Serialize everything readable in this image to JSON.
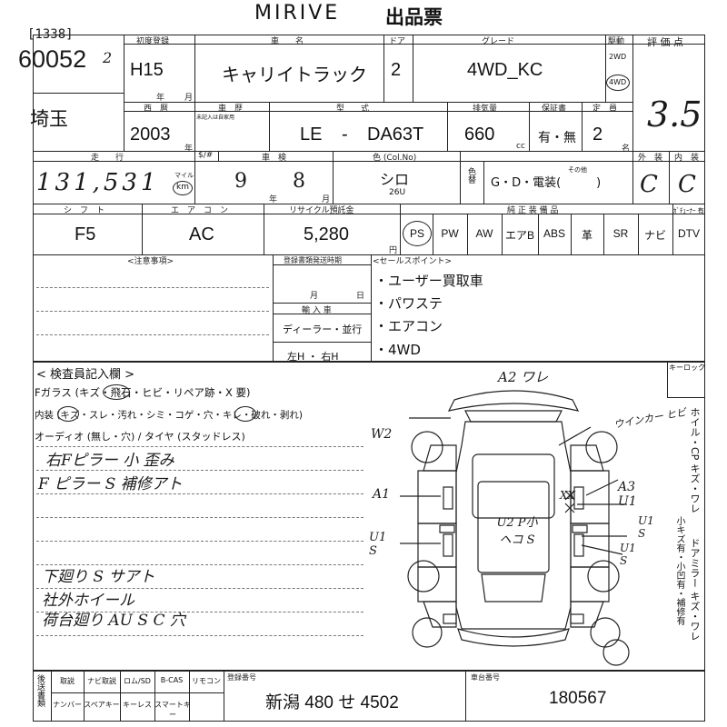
{
  "header": {
    "logo": "MIRIVE",
    "title": "出品票",
    "lot_small": "[1338]",
    "lot_number": "60052",
    "lot_suffix": "2",
    "region": "埼玉"
  },
  "row1": {
    "first_reg_label": "初度登録",
    "first_reg_value": "H15",
    "year_label": "年",
    "month_label": "月",
    "car_name_label": "車　　名",
    "car_name_value": "キャリイトラック",
    "doors_label": "ドア",
    "doors_value": "2",
    "grade_label": "グレード",
    "grade_value": "4WD_KC",
    "drive_label": "駆動",
    "drive_opt1": "2WD",
    "drive_opt2": "4WD",
    "score_label": "評 価 点",
    "score_value": "3.5"
  },
  "row2": {
    "year_label": "西　暦",
    "year_value": "2003",
    "year_unit": "年",
    "chassis_label": "車　歴",
    "chassis_note": "未記入は自家用",
    "model_label": "型　　式",
    "model_prefix": "LE",
    "model_dash": "-",
    "model_value": "DA63T",
    "displacement_label": "排気量",
    "displacement_value": "660",
    "displacement_unit": "cc",
    "warranty_label": "保証書",
    "warranty_value": "有・無",
    "capacity_label": "定　員",
    "capacity_value": "2",
    "capacity_unit": "名"
  },
  "row3": {
    "mileage_label": "走　　行",
    "mileage_value": "131,531",
    "mileage_unit_mile": "マイル",
    "mileage_unit_km": "km",
    "inspection_label": "車　検",
    "inspection_year": "9",
    "inspection_year_unit": "年",
    "inspection_month": "8",
    "inspection_month_unit": "月",
    "color_label": "色 (Col.No)",
    "color_value": "シロ",
    "color_code": "26U",
    "recolor_label": "色替",
    "recolor_value": "G・D・電装(　　　)",
    "recolor_other": "その他",
    "exterior_label": "外　装",
    "exterior_value": "C",
    "interior_label": "内　装",
    "interior_value": "C",
    "sharp_label": "$/#"
  },
  "row4": {
    "shift_label": "シ　フ　ト",
    "shift_value": "F5",
    "ac_label": "エ　ア　コ　ン",
    "ac_value": "AC",
    "recycle_label": "リサイクル預託金",
    "recycle_value": "5,280",
    "recycle_unit": "円",
    "equipment_label": "純 正 装 備 品",
    "tuner_label": "ｶﾞﾁｭｰﾅｰ 有",
    "equipment": [
      "PS",
      "PW",
      "AW",
      "エアB",
      "ABS",
      "革",
      "SR",
      "ナビ",
      "DTV"
    ]
  },
  "notes": {
    "caution_label": "<注意事項>",
    "doc_label": "登録書類発送時期",
    "doc_month": "月",
    "doc_day": "日",
    "import_label": "輸 入 車",
    "dealer_label": "ディーラー・並行",
    "steering_label": "左H ・ 右H",
    "sales_label": "<セールスポイント>",
    "sales_points": [
      "・ユーザー買取車",
      "・パワステ",
      "・エアコン",
      "・4WD"
    ]
  },
  "inspector": {
    "title": "< 検査員記入欄 >",
    "line_glass": "Fガラス (キズ・飛石・ヒビ・リペア跡・X 要)",
    "line_interior": "内装 (キズ・スレ・汚れ・シミ・コゲ・穴・キレ・破れ・剥れ)",
    "line_audio": "オーディオ (無し・穴) / タイヤ (スタッドレス)",
    "hw_notes": [
      "右Fピラー 小 歪み",
      "F ピラー S 補修アト",
      "下廻り S サアト",
      "社外ホイール",
      "荷台廻り AU S C 穴"
    ]
  },
  "diagram": {
    "keylock_label": "キーロック",
    "marks": [
      "A2 ワレ",
      "ウインカー ヒビ",
      "W2",
      "A1",
      "A3 U1",
      "U2 P小ヘコ S",
      "U1 S",
      "U1 S",
      "U1 S",
      "XX"
    ]
  },
  "side_notes": {
    "line1": "ホイル・CP キズ・ワレ",
    "line2": "ドアミラー キズ・ワレ",
    "line3": "小キズ有・小凹有・補修有"
  },
  "footer": {
    "delivery_label": "後送書類",
    "items_top": [
      "取説",
      "ナビ取説",
      "ロム/SD",
      "B-CAS",
      "リモコン"
    ],
    "items_bottom": [
      "ナンバー",
      "スペアキー",
      "キーレス",
      "スマートキー"
    ],
    "plate_label": "登録番号",
    "plate_value": "新潟 480 せ 4502",
    "chassis_no_label": "車台番号",
    "chassis_no_value": "180567"
  }
}
